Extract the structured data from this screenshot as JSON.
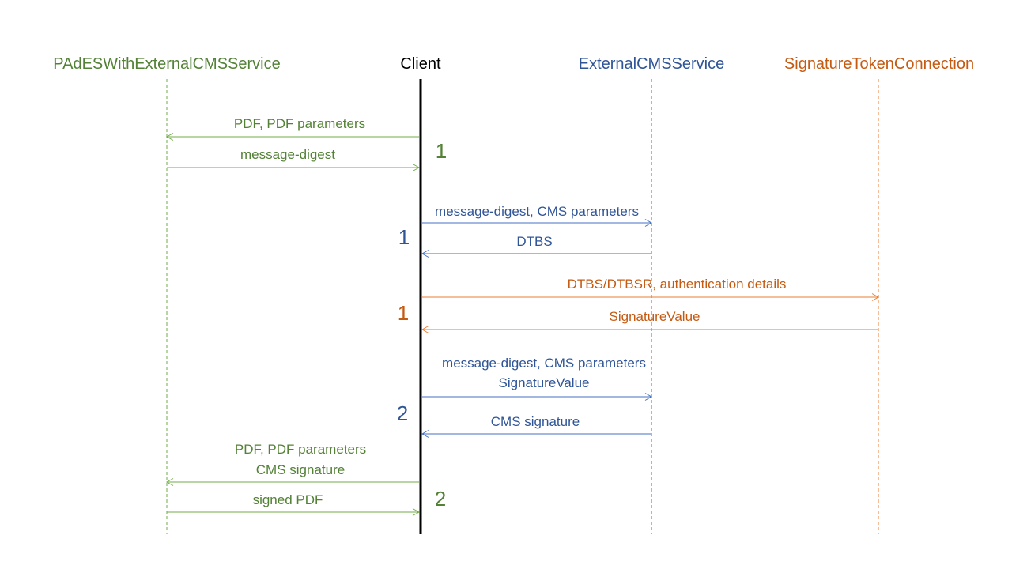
{
  "colors": {
    "green": "#538135",
    "blue": "#2F5597",
    "orange": "#C55A11",
    "black": "#000000",
    "green_line": "#70AD47",
    "blue_line": "#4472C4",
    "orange_line": "#ED7D31"
  },
  "participants": [
    {
      "id": "pades",
      "label": "PAdESWithExternalCMSService",
      "color": "green"
    },
    {
      "id": "client",
      "label": "Client",
      "color": "black"
    },
    {
      "id": "cms",
      "label": "ExternalCMSService",
      "color": "blue"
    },
    {
      "id": "token",
      "label": "SignatureTokenConnection",
      "color": "orange"
    }
  ],
  "messages": [
    {
      "from": "client",
      "to": "pades",
      "lines": [
        "PDF, PDF parameters"
      ],
      "color": "green"
    },
    {
      "from": "pades",
      "to": "client",
      "lines": [
        "message-digest"
      ],
      "color": "green"
    },
    {
      "from": "client",
      "to": "cms",
      "lines": [
        "message-digest, CMS parameters"
      ],
      "color": "blue"
    },
    {
      "from": "cms",
      "to": "client",
      "lines": [
        "DTBS"
      ],
      "color": "blue"
    },
    {
      "from": "client",
      "to": "token",
      "lines": [
        "DTBS/DTBSR, authentication details"
      ],
      "color": "orange"
    },
    {
      "from": "token",
      "to": "client",
      "lines": [
        "SignatureValue"
      ],
      "color": "orange"
    },
    {
      "from": "client",
      "to": "cms",
      "lines": [
        "message-digest, CMS parameters",
        "SignatureValue"
      ],
      "color": "blue"
    },
    {
      "from": "cms",
      "to": "client",
      "lines": [
        "CMS signature"
      ],
      "color": "blue"
    },
    {
      "from": "client",
      "to": "pades",
      "lines": [
        "PDF, PDF parameters",
        "CMS signature"
      ],
      "color": "green"
    },
    {
      "from": "pades",
      "to": "client",
      "lines": [
        "signed PDF"
      ],
      "color": "green"
    }
  ],
  "steps": [
    {
      "label": "1",
      "color": "green"
    },
    {
      "label": "1",
      "color": "blue"
    },
    {
      "label": "1",
      "color": "orange"
    },
    {
      "label": "2",
      "color": "blue"
    },
    {
      "label": "2",
      "color": "green"
    }
  ]
}
